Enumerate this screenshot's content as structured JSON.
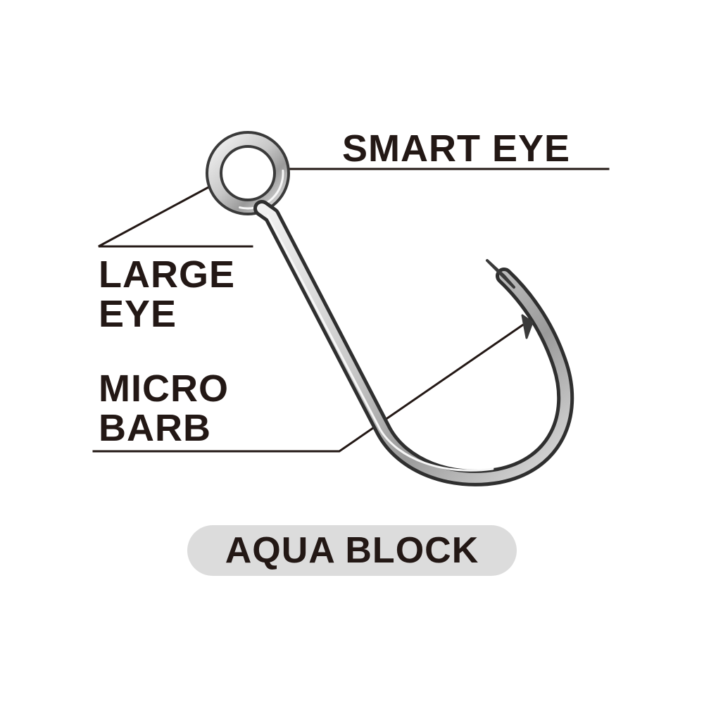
{
  "labels": {
    "smart_eye": "SMART EYE",
    "large_eye": [
      "LARGE",
      "EYE"
    ],
    "micro_barb": [
      "MICRO",
      "BARB"
    ]
  },
  "badge": {
    "text": "AQUA BLOCK"
  },
  "colors": {
    "text": "#231815",
    "leader_line": "#231815",
    "badge_fill": "#dcdcdc",
    "hook_metal_light": "#eeeeee",
    "hook_metal_mid": "#b5b5b5",
    "hook_metal_dark": "#3a3a3a"
  },
  "icons": {
    "hook": "fishing-hook-icon"
  }
}
